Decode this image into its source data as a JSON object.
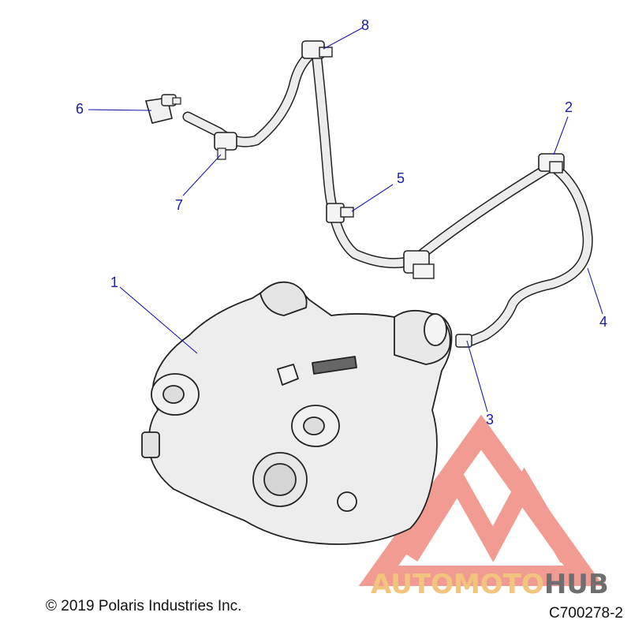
{
  "callouts": [
    {
      "num": "1"
    },
    {
      "num": "2"
    },
    {
      "num": "3"
    },
    {
      "num": "4"
    },
    {
      "num": "5"
    },
    {
      "num": "6"
    },
    {
      "num": "7"
    },
    {
      "num": "8"
    }
  ],
  "footer": {
    "copyright": "© 2019 Polaris Industries Inc.",
    "figure_id": "C700278-2"
  },
  "watermark": {
    "brand_part1": "AUTOMOTO",
    "brand_part2": "HUB",
    "colors": {
      "accent": "#e8796f",
      "gold": "#f2c47e",
      "dark": "#6f6f6f"
    }
  },
  "colors": {
    "callout": "#1a1aa8",
    "linework": "#222222",
    "fill": "#ececec"
  }
}
